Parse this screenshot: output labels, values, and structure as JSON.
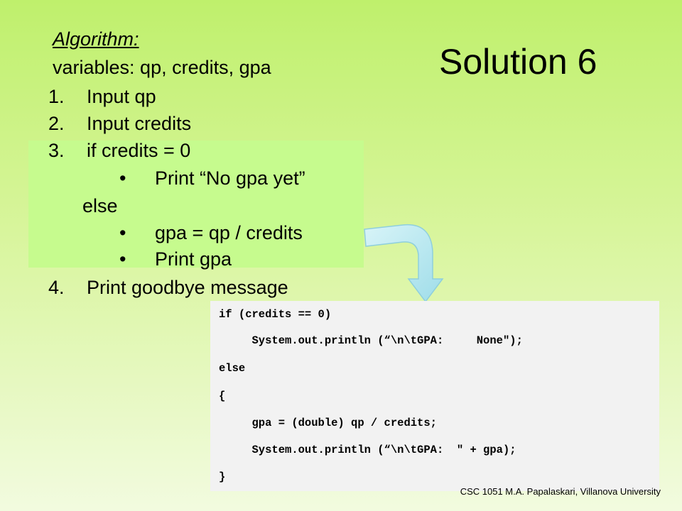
{
  "title": "Solution 6",
  "algorithm": {
    "heading": "Algorithm:",
    "variables": "variables: qp, credits, gpa",
    "steps": [
      {
        "num": "1.",
        "text": "Input qp"
      },
      {
        "num": "2.",
        "text": "Input credits"
      },
      {
        "num": "3.",
        "text": "if credits = 0"
      },
      {
        "num": "4.",
        "text": "Print goodbye message"
      }
    ],
    "bullet_symbol": "•",
    "if_bullets": [
      "Print “No gpa yet”"
    ],
    "else_label": "else",
    "else_bullets": [
      "gpa = qp / credits",
      "Print gpa"
    ]
  },
  "code": [
    "if (credits == 0)",
    "     System.out.println (“\\n\\tGPA:     None\");",
    "else",
    "{",
    "     gpa = (double) qp / credits;",
    "     System.out.println (“\\n\\tGPA:  \" + gpa);",
    "}"
  ],
  "footer": "CSC 1051 M.A. Papalaskari, Villanova University",
  "colors": {
    "highlight": "#c6fb8e",
    "code_background": "#f2f2f2",
    "arrow": "#bdebf3"
  }
}
